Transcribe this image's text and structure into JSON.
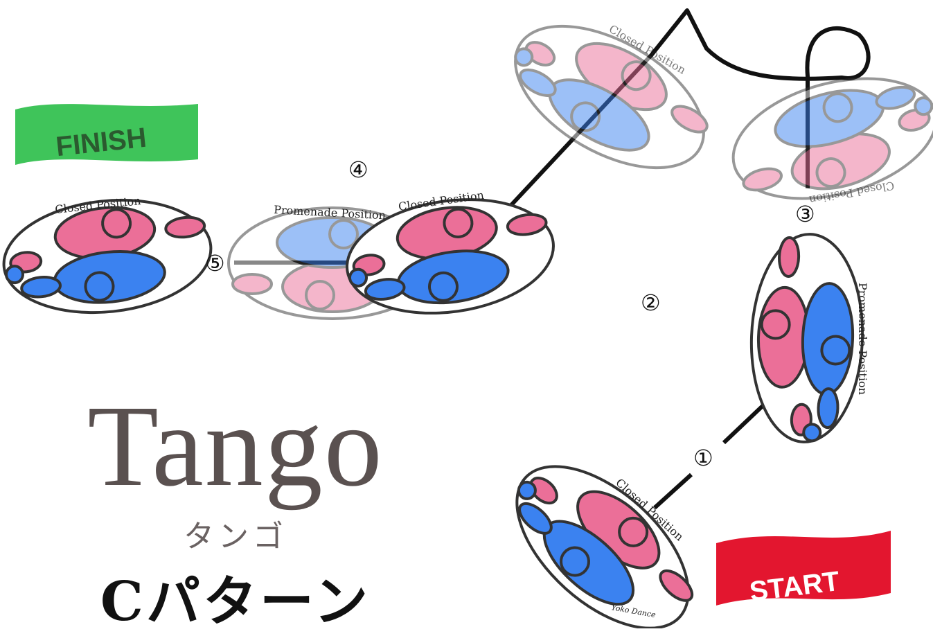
{
  "title": {
    "main": "Tango",
    "kana": "タンゴ",
    "pattern": "Cパターン"
  },
  "flags": {
    "finish": "FINISH",
    "start": "START"
  },
  "colors": {
    "man": "#3b82f0",
    "lady": "#eb6f98",
    "finish_flag": "#3fc45a",
    "finish_text": "#2b5a2f",
    "start_flag": "#e3162f",
    "path": "#111111"
  },
  "step_markers": [
    "①",
    "②",
    "③",
    "④",
    "⑤"
  ],
  "position_labels": {
    "closed": "Closed Position",
    "promenade": "Promenade Position"
  },
  "signature": "Yoko Dance"
}
